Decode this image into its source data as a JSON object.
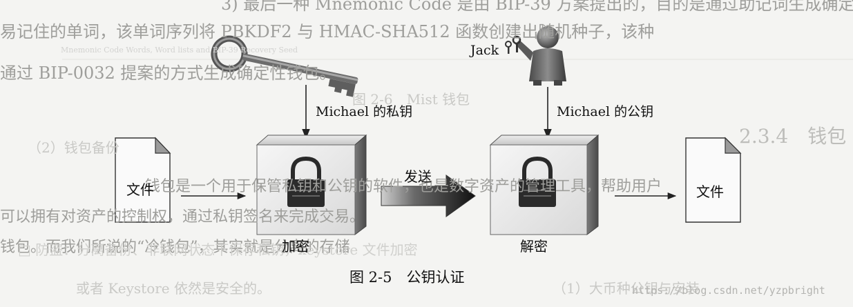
{
  "diagram": {
    "jack_label": "Jack",
    "private_key_label": "Michael 的私钥",
    "public_key_label": "Michael 的公钥",
    "file_left_label": "文件",
    "file_right_label": "文件",
    "send_label": "发送",
    "encrypt_label": "加密",
    "decrypt_label": "解密",
    "caption": "图 2-5　公钥认证"
  },
  "bleed_text": {
    "top_line_1": "3) 最后一种 Mnemonic Code 是由 BIP-39 方案提出的，目的是通过助记词生成确定",
    "top_line_2": "易记住的单词，该单词序列将 PBKDF2 与 HMAC-SHA512 函数创建出随机种子，该种",
    "top_line_3": "通过 BIP-0032 提案的方式生成确定性钱包。",
    "faint_caption": "Mnemonic Code Words, Word lists and BIP-39 Recovery Seed",
    "figure_2_6": "图 2-6　Mist 钱包",
    "section": "2.3.4　钱包",
    "sub_heading": "（2）钱包备份",
    "body_line_1": "钱包是一个用于保管私钥和公钥的软件，也是数字资产的管理工具，帮助用户",
    "body_line_2": "可以拥有对资产的控制权，通过私钥签名来完成交易。",
    "body_line_3": "钱包。而我们所说的“冷钱包”，其实就是分离的存储",
    "bullet_line": "□ 防盗：分离备份、非联网状态下保存私钥，keystore 文件加密",
    "last_line": "或者 Keystore 依然是安全的。",
    "last_right": "（1）大币种公钥与安装",
    "watermark": "https://blog.csdn.net/yzpbright"
  }
}
